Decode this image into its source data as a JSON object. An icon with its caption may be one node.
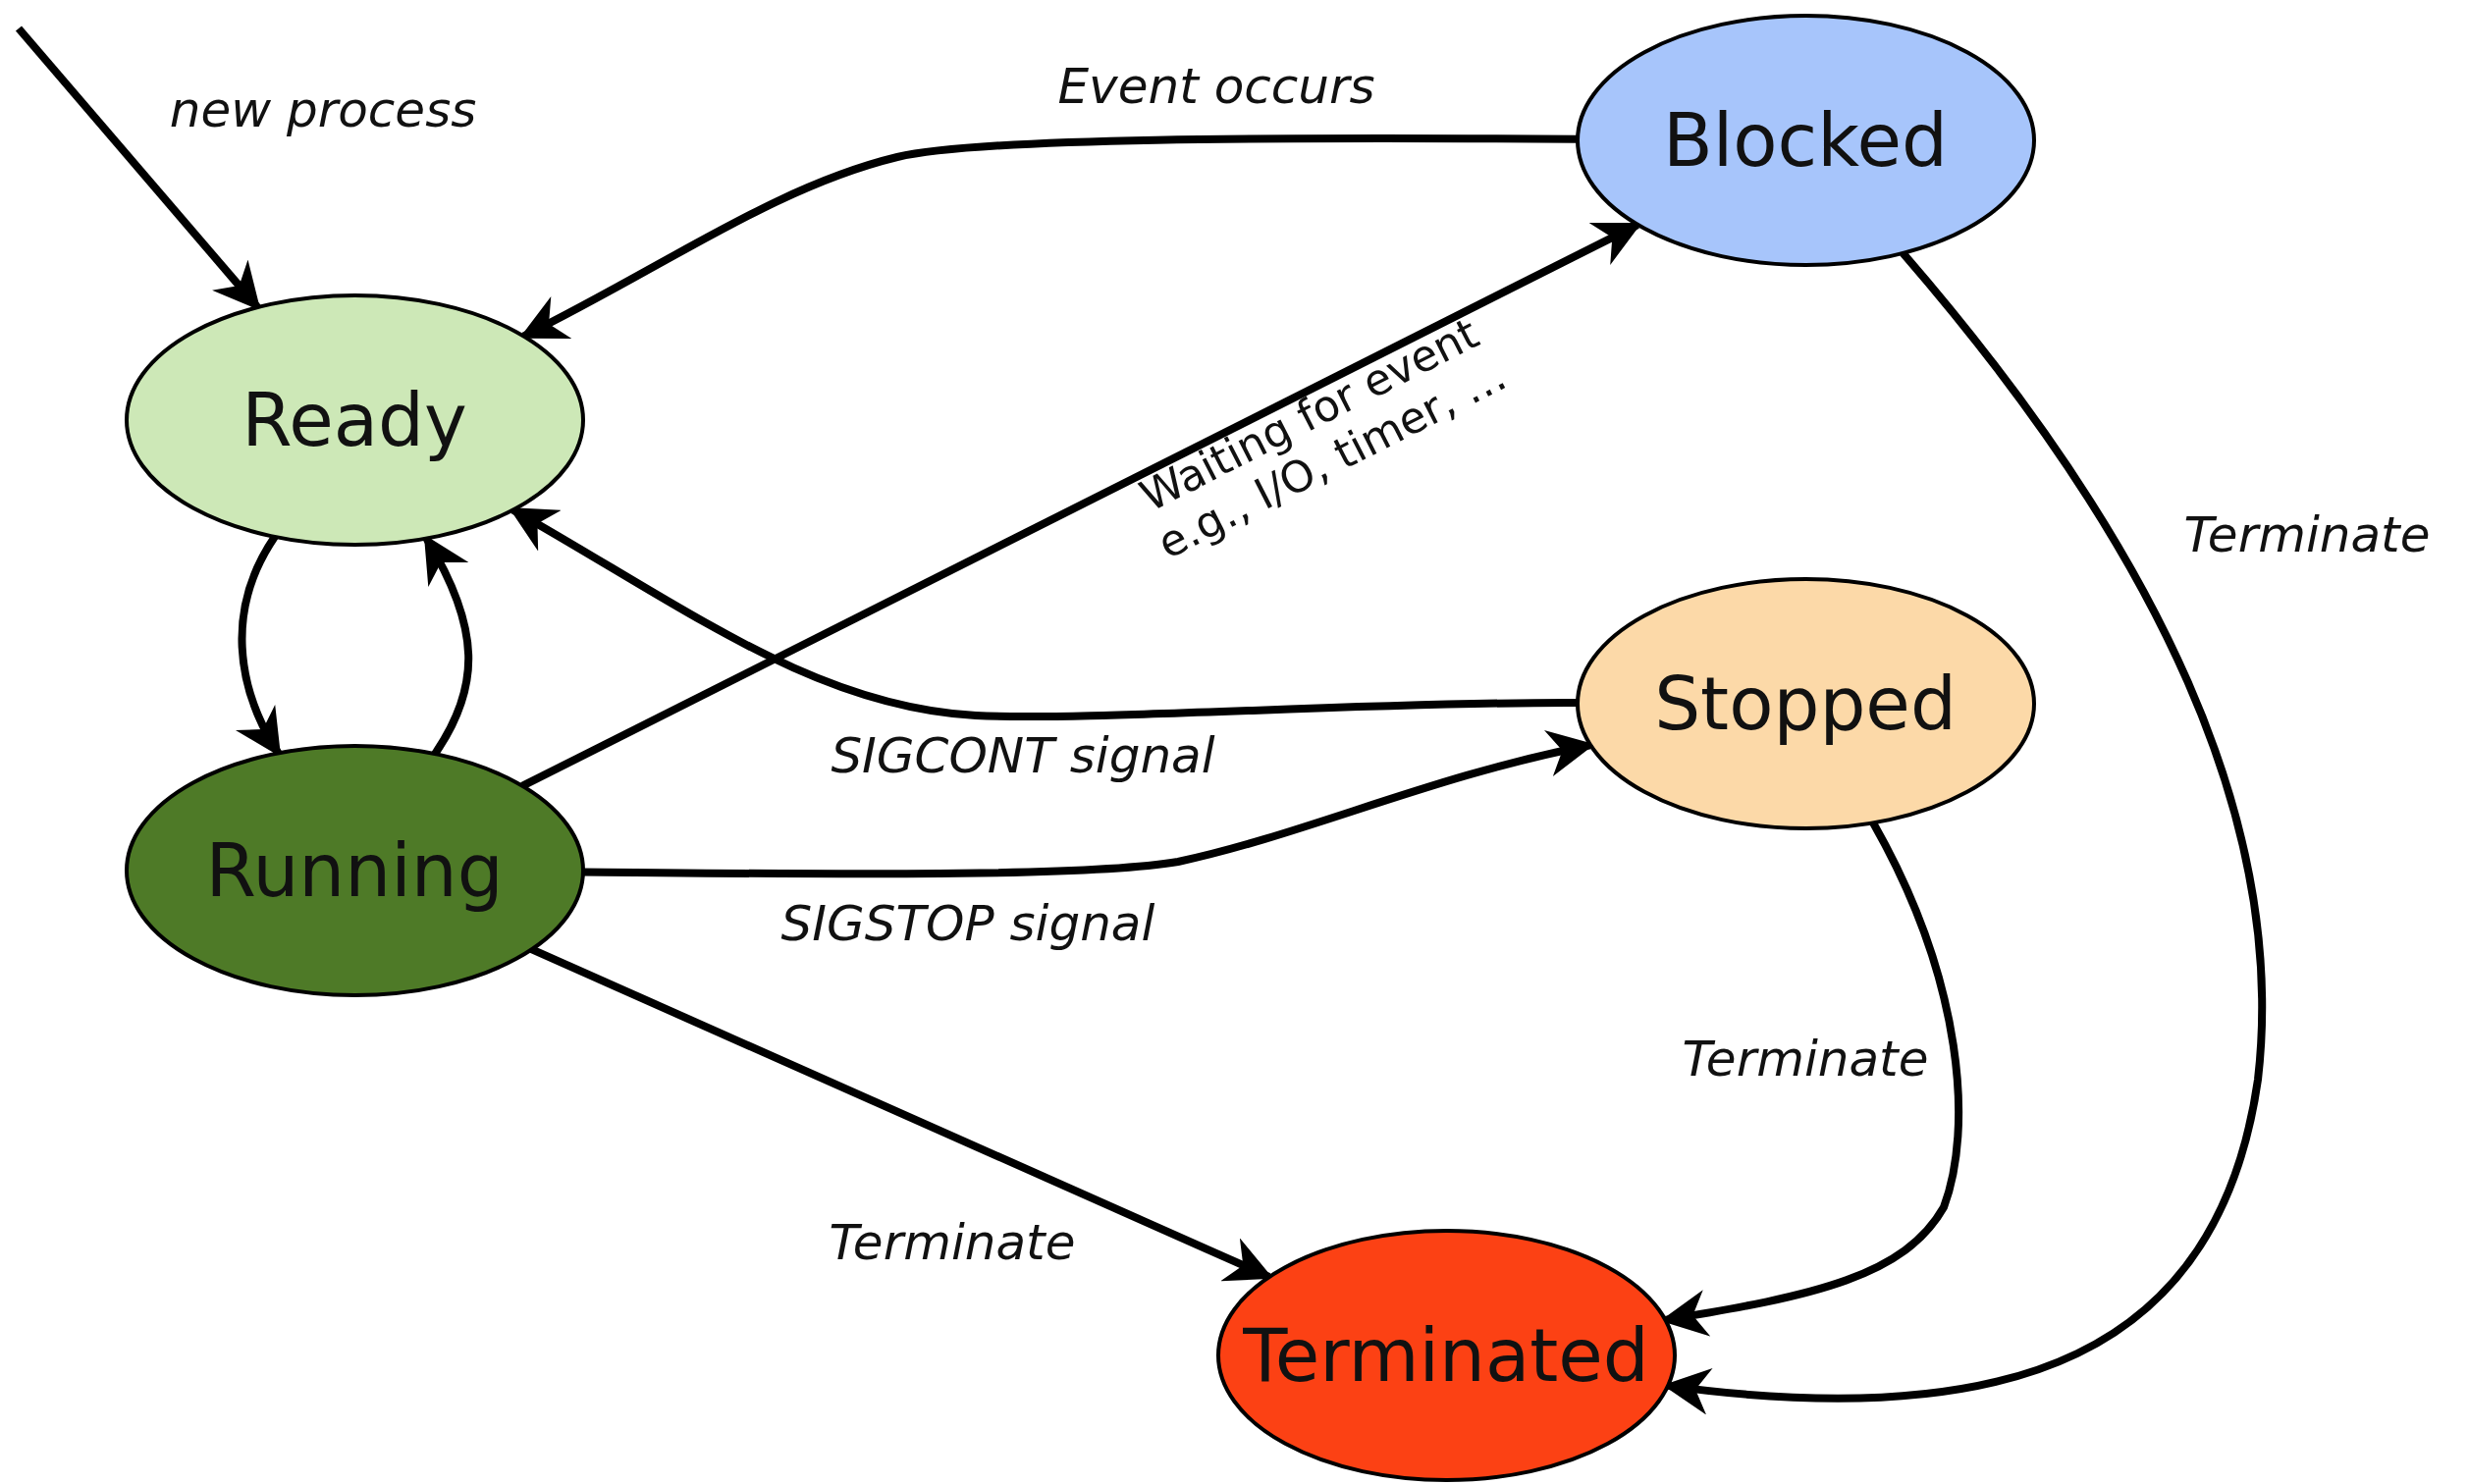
{
  "diagram": {
    "nodes": [
      {
        "text": [
          "Ready"
        ]
      },
      {
        "text": [
          "Blocked"
        ]
      },
      {
        "text": [
          "Running"
        ]
      },
      {
        "text": [
          "Stopped"
        ]
      },
      {
        "text": [
          "Terminated"
        ]
      }
    ],
    "edges": [
      {
        "from": null,
        "to": 0,
        "arrow": "to",
        "label": "new process"
      },
      {
        "from": 1,
        "to": 0,
        "arrow": "to",
        "label": "Event occurs"
      },
      {
        "from": 0,
        "to": 2,
        "arrow": "to"
      },
      {
        "from": 2,
        "to": 0,
        "arrow": "to"
      },
      {
        "from": 2,
        "to": 1,
        "arrow": "to",
        "label": "Waiting for event e.g., I/O, timer, …"
      },
      {
        "from": 3,
        "to": 0,
        "arrow": "to",
        "label": "SIGCONT signal"
      },
      {
        "from": 2,
        "to": 3,
        "arrow": "to",
        "label": "SIGSTOP signal"
      },
      {
        "from": 2,
        "to": 4,
        "arrow": "to",
        "label": "Terminate"
      },
      {
        "from": 3,
        "to": 4,
        "arrow": "to",
        "label": "Terminate"
      },
      {
        "from": 1,
        "to": 4,
        "arrow": "to",
        "label": "Terminate"
      }
    ]
  }
}
